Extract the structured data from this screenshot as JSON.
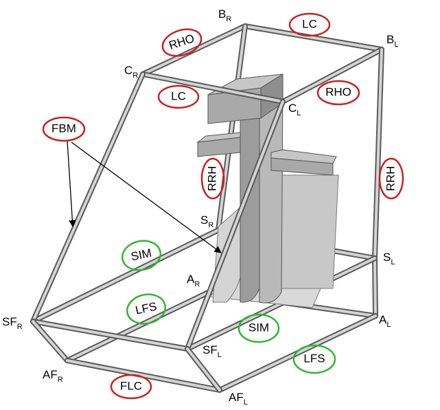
{
  "colors": {
    "frame_outline": "#5a5a5a",
    "frame_fill": "#d4d4d4",
    "seat_dark": "#9c9c9c",
    "seat_mid": "#b9b9b9",
    "seat_light": "#d8d8d8",
    "tag_red": "#cc1f1f",
    "tag_green": "#2db82d"
  },
  "nodes": {
    "BR": {
      "main": "B",
      "sub": "R"
    },
    "BL": {
      "main": "B",
      "sub": "L"
    },
    "CR": {
      "main": "C",
      "sub": "R"
    },
    "CL": {
      "main": "C",
      "sub": "L"
    },
    "SR": {
      "main": "S",
      "sub": "R"
    },
    "SL": {
      "main": "S",
      "sub": "L"
    },
    "AR": {
      "main": "A",
      "sub": "R"
    },
    "AL": {
      "main": "A",
      "sub": "L"
    },
    "SFR": {
      "main": "SF",
      "sub": "R"
    },
    "SFL": {
      "main": "SF",
      "sub": "L"
    },
    "AFR": {
      "main": "AF",
      "sub": "R"
    },
    "AFL": {
      "main": "AF",
      "sub": "L"
    }
  },
  "tags": {
    "rho_left": {
      "text": "RHO",
      "color": "red"
    },
    "lc_top": {
      "text": "LC",
      "color": "red"
    },
    "lc_mid": {
      "text": "LC",
      "color": "red"
    },
    "rho_right": {
      "text": "RHO",
      "color": "red"
    },
    "fbm": {
      "text": "FBM",
      "color": "red"
    },
    "rrh_mid": {
      "text": "RRH",
      "color": "red"
    },
    "rrh_right": {
      "text": "RRH",
      "color": "red"
    },
    "sim_left": {
      "text": "SIM",
      "color": "green"
    },
    "lfs_left": {
      "text": "LFS",
      "color": "green"
    },
    "sim_right": {
      "text": "SIM",
      "color": "green"
    },
    "lfs_right": {
      "text": "LFS",
      "color": "green"
    },
    "flc": {
      "text": "FLC",
      "color": "red"
    }
  },
  "icons": [
    "seat-icon",
    "arrow-icon"
  ]
}
